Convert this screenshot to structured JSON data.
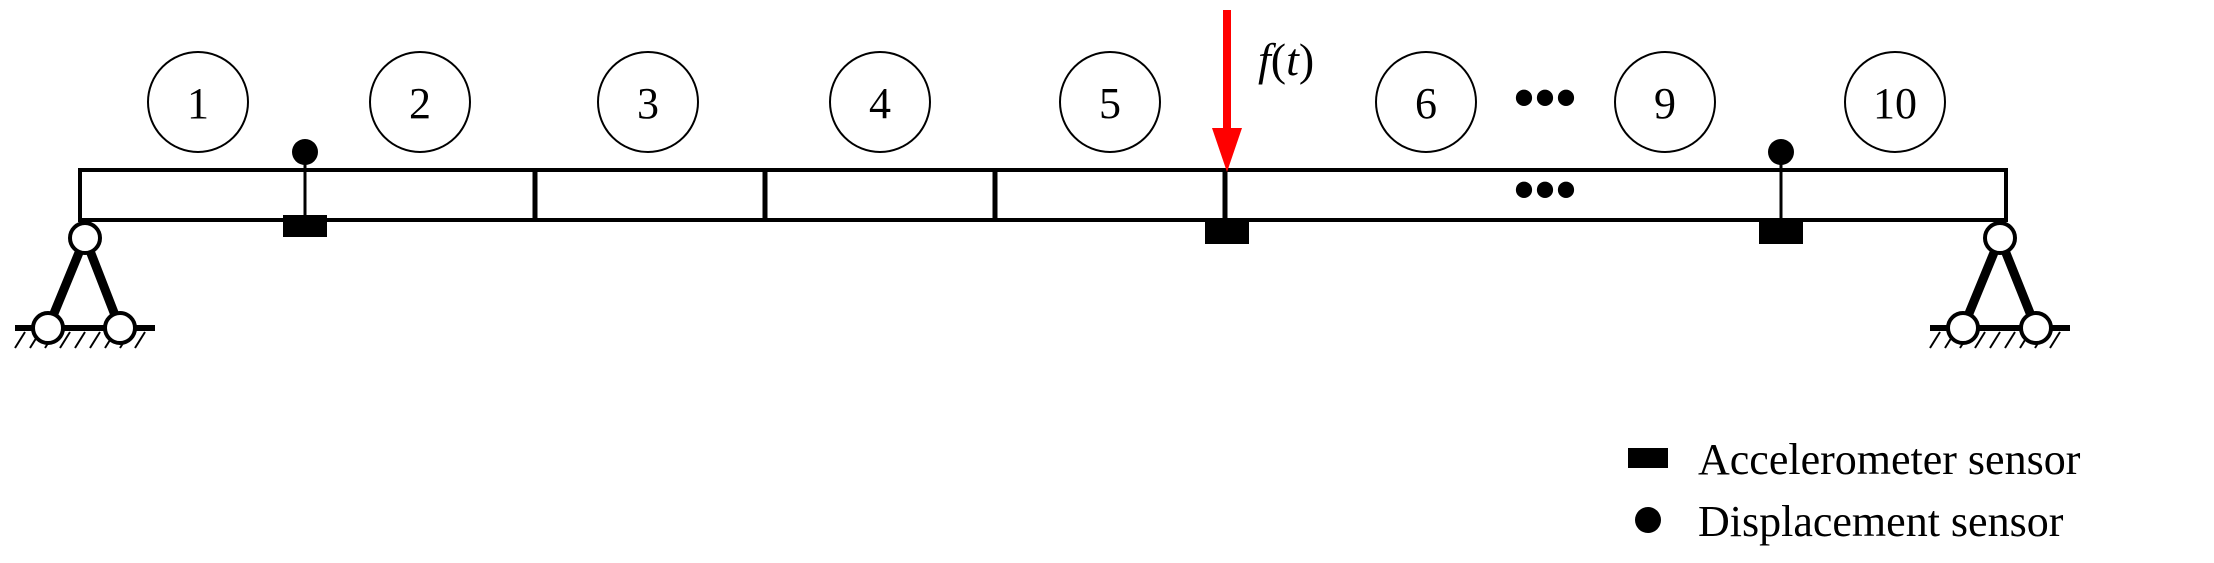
{
  "elements": [
    {
      "label": "1"
    },
    {
      "label": "2"
    },
    {
      "label": "3"
    },
    {
      "label": "4"
    },
    {
      "label": "5"
    },
    {
      "label": "6"
    },
    {
      "label": "9"
    },
    {
      "label": "10"
    }
  ],
  "ellipsis_label": "•••",
  "beam_ellipsis": "•••",
  "force": {
    "f": "f",
    "open": "(",
    "t": "t",
    "close": ")",
    "color": "#ff0000"
  },
  "legend": {
    "accelerometer": "Accelerometer sensor",
    "displacement": "Displacement sensor"
  }
}
